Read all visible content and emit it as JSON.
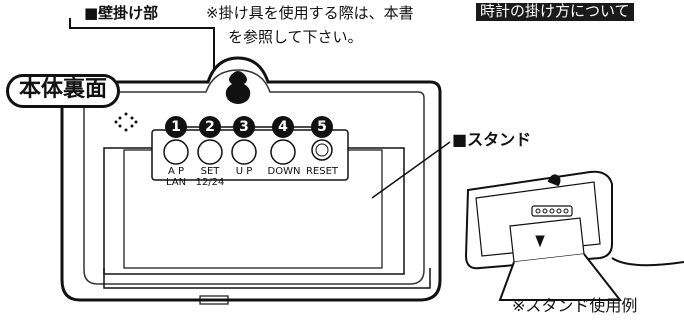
{
  "labels": {
    "wall_mount": "■壁掛け部",
    "wall_mount_note_1": "※掛け具を使用する際は、本書",
    "wall_mount_note_highlight": "時計の掛け方について",
    "wall_mount_note_2": "を参照して下さい。",
    "back_side": "本体裏面",
    "stand": "■スタンド",
    "stand_example": "※スタンド使用例"
  },
  "buttons": [
    {
      "number": "1",
      "label_line1": "A P",
      "label_line2": "LAN"
    },
    {
      "number": "2",
      "label_line1": "SET",
      "label_line2": "12/24"
    },
    {
      "number": "3",
      "label_line1": "U P",
      "label_line2": ""
    },
    {
      "number": "4",
      "label_line1": "DOWN",
      "label_line2": ""
    },
    {
      "number": "5",
      "label_line1": "RESET",
      "label_line2": ""
    }
  ]
}
